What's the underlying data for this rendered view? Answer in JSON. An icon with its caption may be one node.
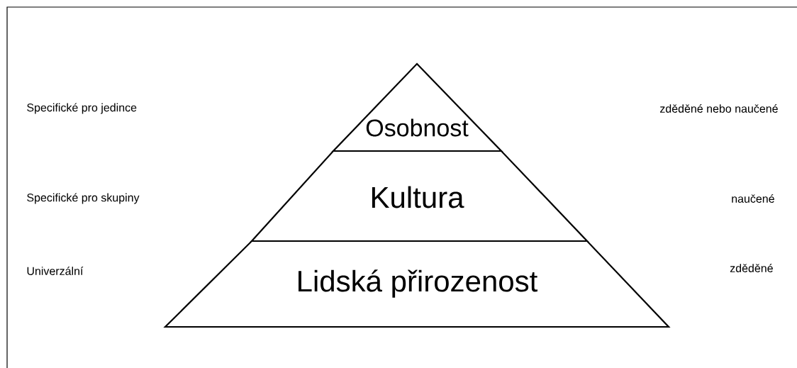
{
  "diagram": {
    "nodes": [
      {
        "text": [
          "Osobnost"
        ]
      },
      {
        "text": [
          "Kultura"
        ]
      },
      {
        "text": [
          "Lidská přirozenost"
        ]
      }
    ],
    "labels": [
      "Specifické pro jedince",
      "zděděné nebo naučené",
      "Specifické pro skupiny",
      "naučené",
      "Univerzální",
      "zděděné"
    ]
  }
}
